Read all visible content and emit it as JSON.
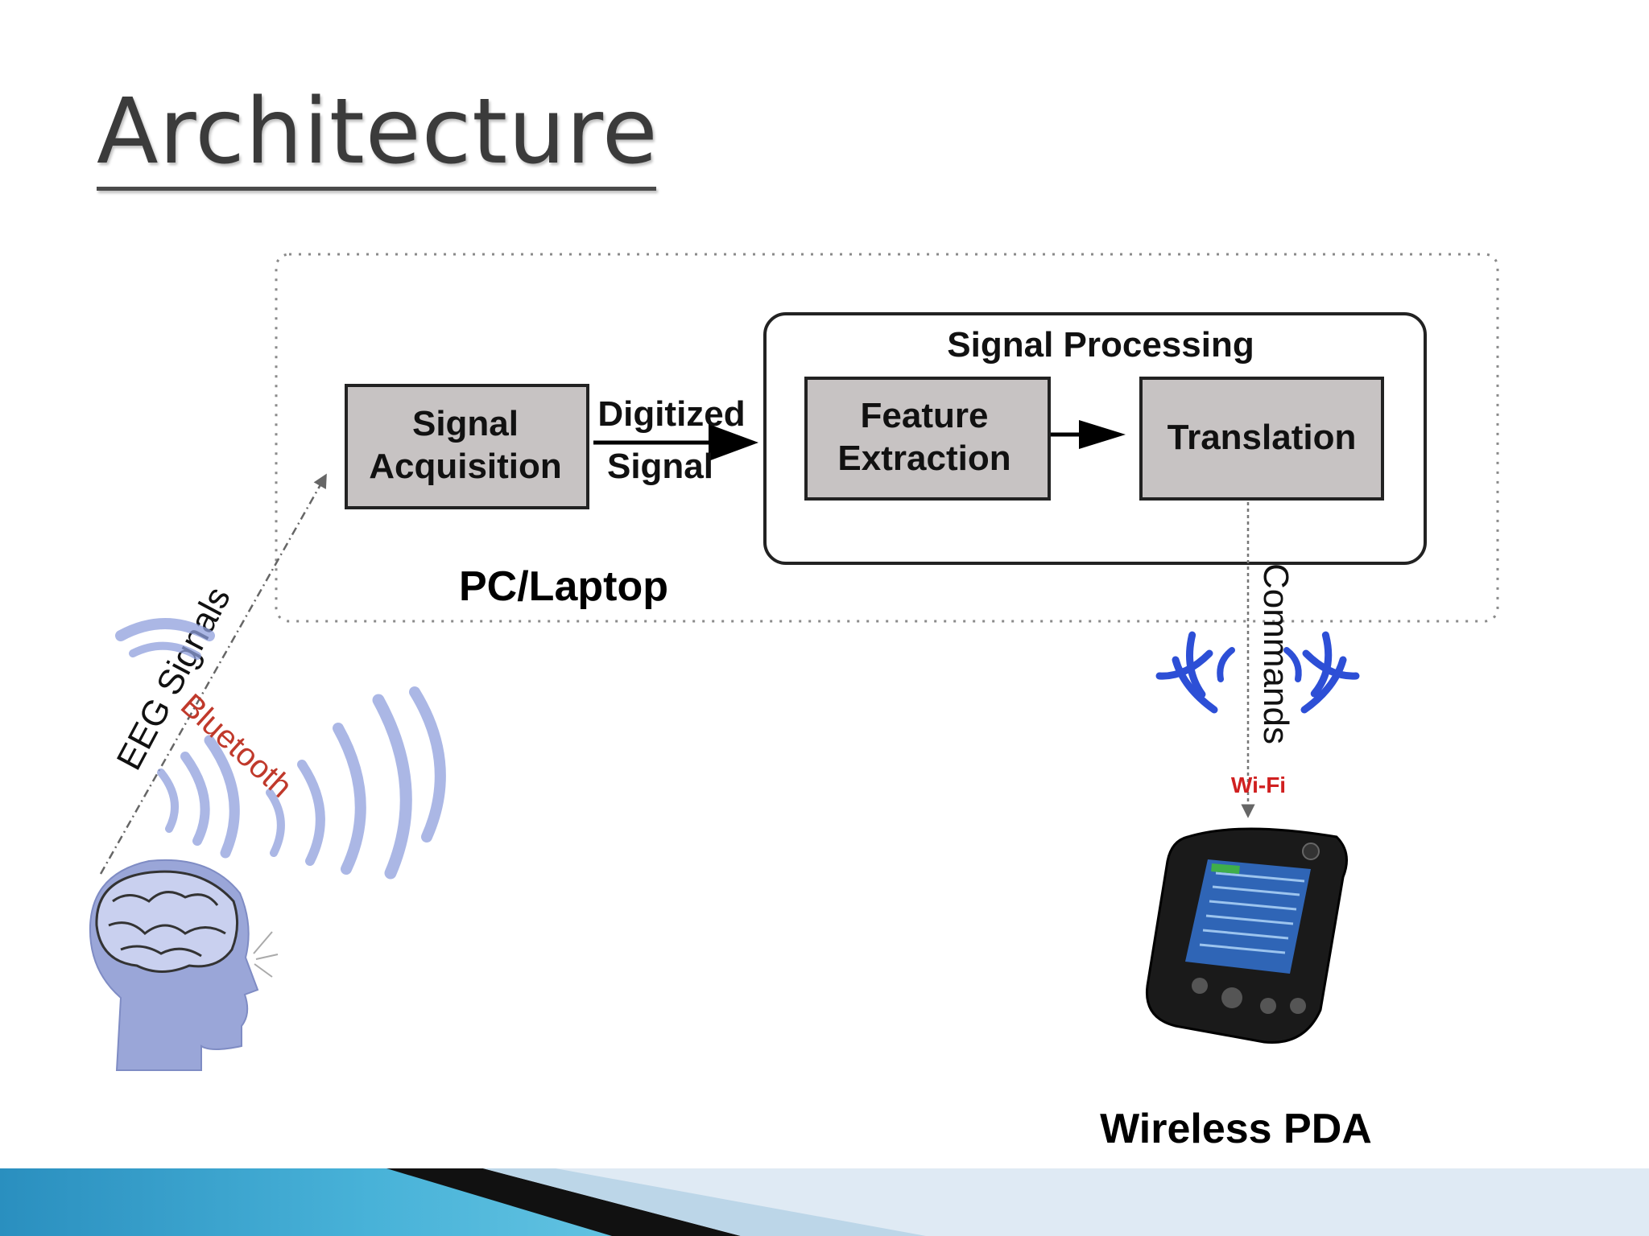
{
  "slide": {
    "title": "Architecture"
  },
  "diagram": {
    "signal_acquisition": [
      "Signal",
      "Acquisition"
    ],
    "digitized_signal": [
      "Digitized",
      "Signal"
    ],
    "signal_processing": "Signal Processing",
    "feature_extraction": [
      "Feature",
      "Extraction"
    ],
    "translation": "Translation",
    "pc_laptop": "PC/Laptop",
    "eeg_signals": "EEG Signals",
    "bluetooth": "Bluetooth",
    "commands": "Commands",
    "wifi": "Wi-Fi",
    "wireless_pda": "Wireless PDA"
  },
  "colors": {
    "box_fill": "#c7c3c3",
    "bluetooth_red": "#c0392b",
    "wifi_red": "#d02020",
    "wave_blue": "#8fa0dd",
    "wifi_wave_blue": "#2d4fd6",
    "head_blue": "#9aa6d8"
  }
}
